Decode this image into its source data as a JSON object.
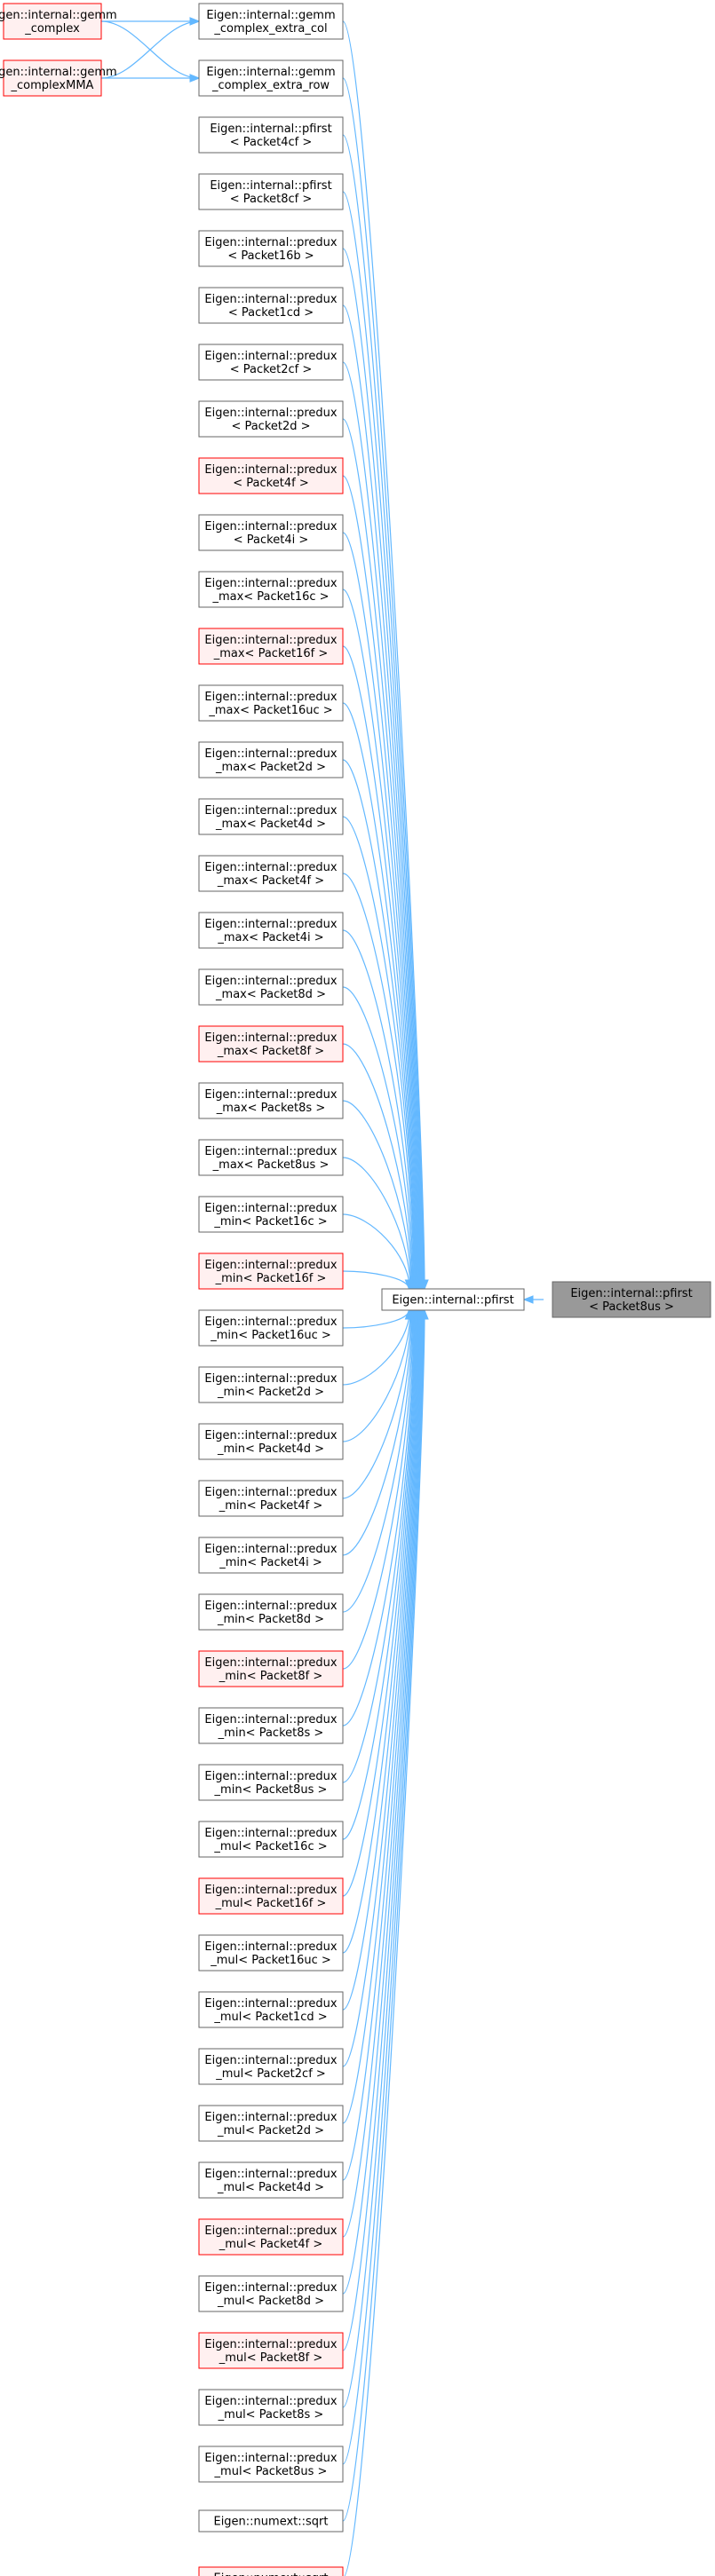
{
  "colors": {
    "edge": "#63b8ff",
    "normal_border": "#666666",
    "normal_fill": "#ffffff",
    "red_border": "#ff0000",
    "red_fill": "#fff0f0",
    "root_fill": "#999999",
    "root_border": "#666666"
  },
  "root": {
    "lines": [
      "Eigen::internal::pfirst",
      "< Packet8us >"
    ]
  },
  "hub": {
    "lines": [
      "Eigen::internal::pfirst"
    ]
  },
  "left": [
    {
      "lines": [
        "Eigen::internal::gemm",
        "_complex"
      ],
      "style": "red"
    },
    {
      "lines": [
        "Eigen::internal::gemm",
        "_complexMMA"
      ],
      "style": "red"
    }
  ],
  "middle": [
    {
      "lines": [
        "Eigen::internal::gemm",
        "_complex_extra_col"
      ],
      "style": "normal"
    },
    {
      "lines": [
        "Eigen::internal::gemm",
        "_complex_extra_row"
      ],
      "style": "normal"
    },
    {
      "lines": [
        "Eigen::internal::pfirst",
        "< Packet4cf >"
      ],
      "style": "normal"
    },
    {
      "lines": [
        "Eigen::internal::pfirst",
        "< Packet8cf >"
      ],
      "style": "normal"
    },
    {
      "lines": [
        "Eigen::internal::predux",
        "< Packet16b >"
      ],
      "style": "normal"
    },
    {
      "lines": [
        "Eigen::internal::predux",
        "< Packet1cd >"
      ],
      "style": "normal"
    },
    {
      "lines": [
        "Eigen::internal::predux",
        "< Packet2cf >"
      ],
      "style": "normal"
    },
    {
      "lines": [
        "Eigen::internal::predux",
        "< Packet2d >"
      ],
      "style": "normal"
    },
    {
      "lines": [
        "Eigen::internal::predux",
        "< Packet4f >"
      ],
      "style": "red"
    },
    {
      "lines": [
        "Eigen::internal::predux",
        "< Packet4i >"
      ],
      "style": "normal"
    },
    {
      "lines": [
        "Eigen::internal::predux",
        "_max< Packet16c >"
      ],
      "style": "normal"
    },
    {
      "lines": [
        "Eigen::internal::predux",
        "_max< Packet16f >"
      ],
      "style": "red"
    },
    {
      "lines": [
        "Eigen::internal::predux",
        "_max< Packet16uc >"
      ],
      "style": "normal"
    },
    {
      "lines": [
        "Eigen::internal::predux",
        "_max< Packet2d >"
      ],
      "style": "normal"
    },
    {
      "lines": [
        "Eigen::internal::predux",
        "_max< Packet4d >"
      ],
      "style": "normal"
    },
    {
      "lines": [
        "Eigen::internal::predux",
        "_max< Packet4f >"
      ],
      "style": "normal"
    },
    {
      "lines": [
        "Eigen::internal::predux",
        "_max< Packet4i >"
      ],
      "style": "normal"
    },
    {
      "lines": [
        "Eigen::internal::predux",
        "_max< Packet8d >"
      ],
      "style": "normal"
    },
    {
      "lines": [
        "Eigen::internal::predux",
        "_max< Packet8f >"
      ],
      "style": "red"
    },
    {
      "lines": [
        "Eigen::internal::predux",
        "_max< Packet8s >"
      ],
      "style": "normal"
    },
    {
      "lines": [
        "Eigen::internal::predux",
        "_max< Packet8us >"
      ],
      "style": "normal"
    },
    {
      "lines": [
        "Eigen::internal::predux",
        "_min< Packet16c >"
      ],
      "style": "normal"
    },
    {
      "lines": [
        "Eigen::internal::predux",
        "_min< Packet16f >"
      ],
      "style": "red"
    },
    {
      "lines": [
        "Eigen::internal::predux",
        "_min< Packet16uc >"
      ],
      "style": "normal"
    },
    {
      "lines": [
        "Eigen::internal::predux",
        "_min< Packet2d >"
      ],
      "style": "normal"
    },
    {
      "lines": [
        "Eigen::internal::predux",
        "_min< Packet4d >"
      ],
      "style": "normal"
    },
    {
      "lines": [
        "Eigen::internal::predux",
        "_min< Packet4f >"
      ],
      "style": "normal"
    },
    {
      "lines": [
        "Eigen::internal::predux",
        "_min< Packet4i >"
      ],
      "style": "normal"
    },
    {
      "lines": [
        "Eigen::internal::predux",
        "_min< Packet8d >"
      ],
      "style": "normal"
    },
    {
      "lines": [
        "Eigen::internal::predux",
        "_min< Packet8f >"
      ],
      "style": "red"
    },
    {
      "lines": [
        "Eigen::internal::predux",
        "_min< Packet8s >"
      ],
      "style": "normal"
    },
    {
      "lines": [
        "Eigen::internal::predux",
        "_min< Packet8us >"
      ],
      "style": "normal"
    },
    {
      "lines": [
        "Eigen::internal::predux",
        "_mul< Packet16c >"
      ],
      "style": "normal"
    },
    {
      "lines": [
        "Eigen::internal::predux",
        "_mul< Packet16f >"
      ],
      "style": "red"
    },
    {
      "lines": [
        "Eigen::internal::predux",
        "_mul< Packet16uc >"
      ],
      "style": "normal"
    },
    {
      "lines": [
        "Eigen::internal::predux",
        "_mul< Packet1cd >"
      ],
      "style": "normal"
    },
    {
      "lines": [
        "Eigen::internal::predux",
        "_mul< Packet2cf >"
      ],
      "style": "normal"
    },
    {
      "lines": [
        "Eigen::internal::predux",
        "_mul< Packet2d >"
      ],
      "style": "normal"
    },
    {
      "lines": [
        "Eigen::internal::predux",
        "_mul< Packet4d >"
      ],
      "style": "normal"
    },
    {
      "lines": [
        "Eigen::internal::predux",
        "_mul< Packet4f >"
      ],
      "style": "red"
    },
    {
      "lines": [
        "Eigen::internal::predux",
        "_mul< Packet8d >"
      ],
      "style": "normal"
    },
    {
      "lines": [
        "Eigen::internal::predux",
        "_mul< Packet8f >"
      ],
      "style": "red"
    },
    {
      "lines": [
        "Eigen::internal::predux",
        "_mul< Packet8s >"
      ],
      "style": "normal"
    },
    {
      "lines": [
        "Eigen::internal::predux",
        "_mul< Packet8us >"
      ],
      "style": "normal"
    },
    {
      "lines": [
        "Eigen::numext::sqrt"
      ],
      "style": "normal"
    },
    {
      "lines": [
        "Eigen::numext::sqrt"
      ],
      "style": "red"
    }
  ]
}
